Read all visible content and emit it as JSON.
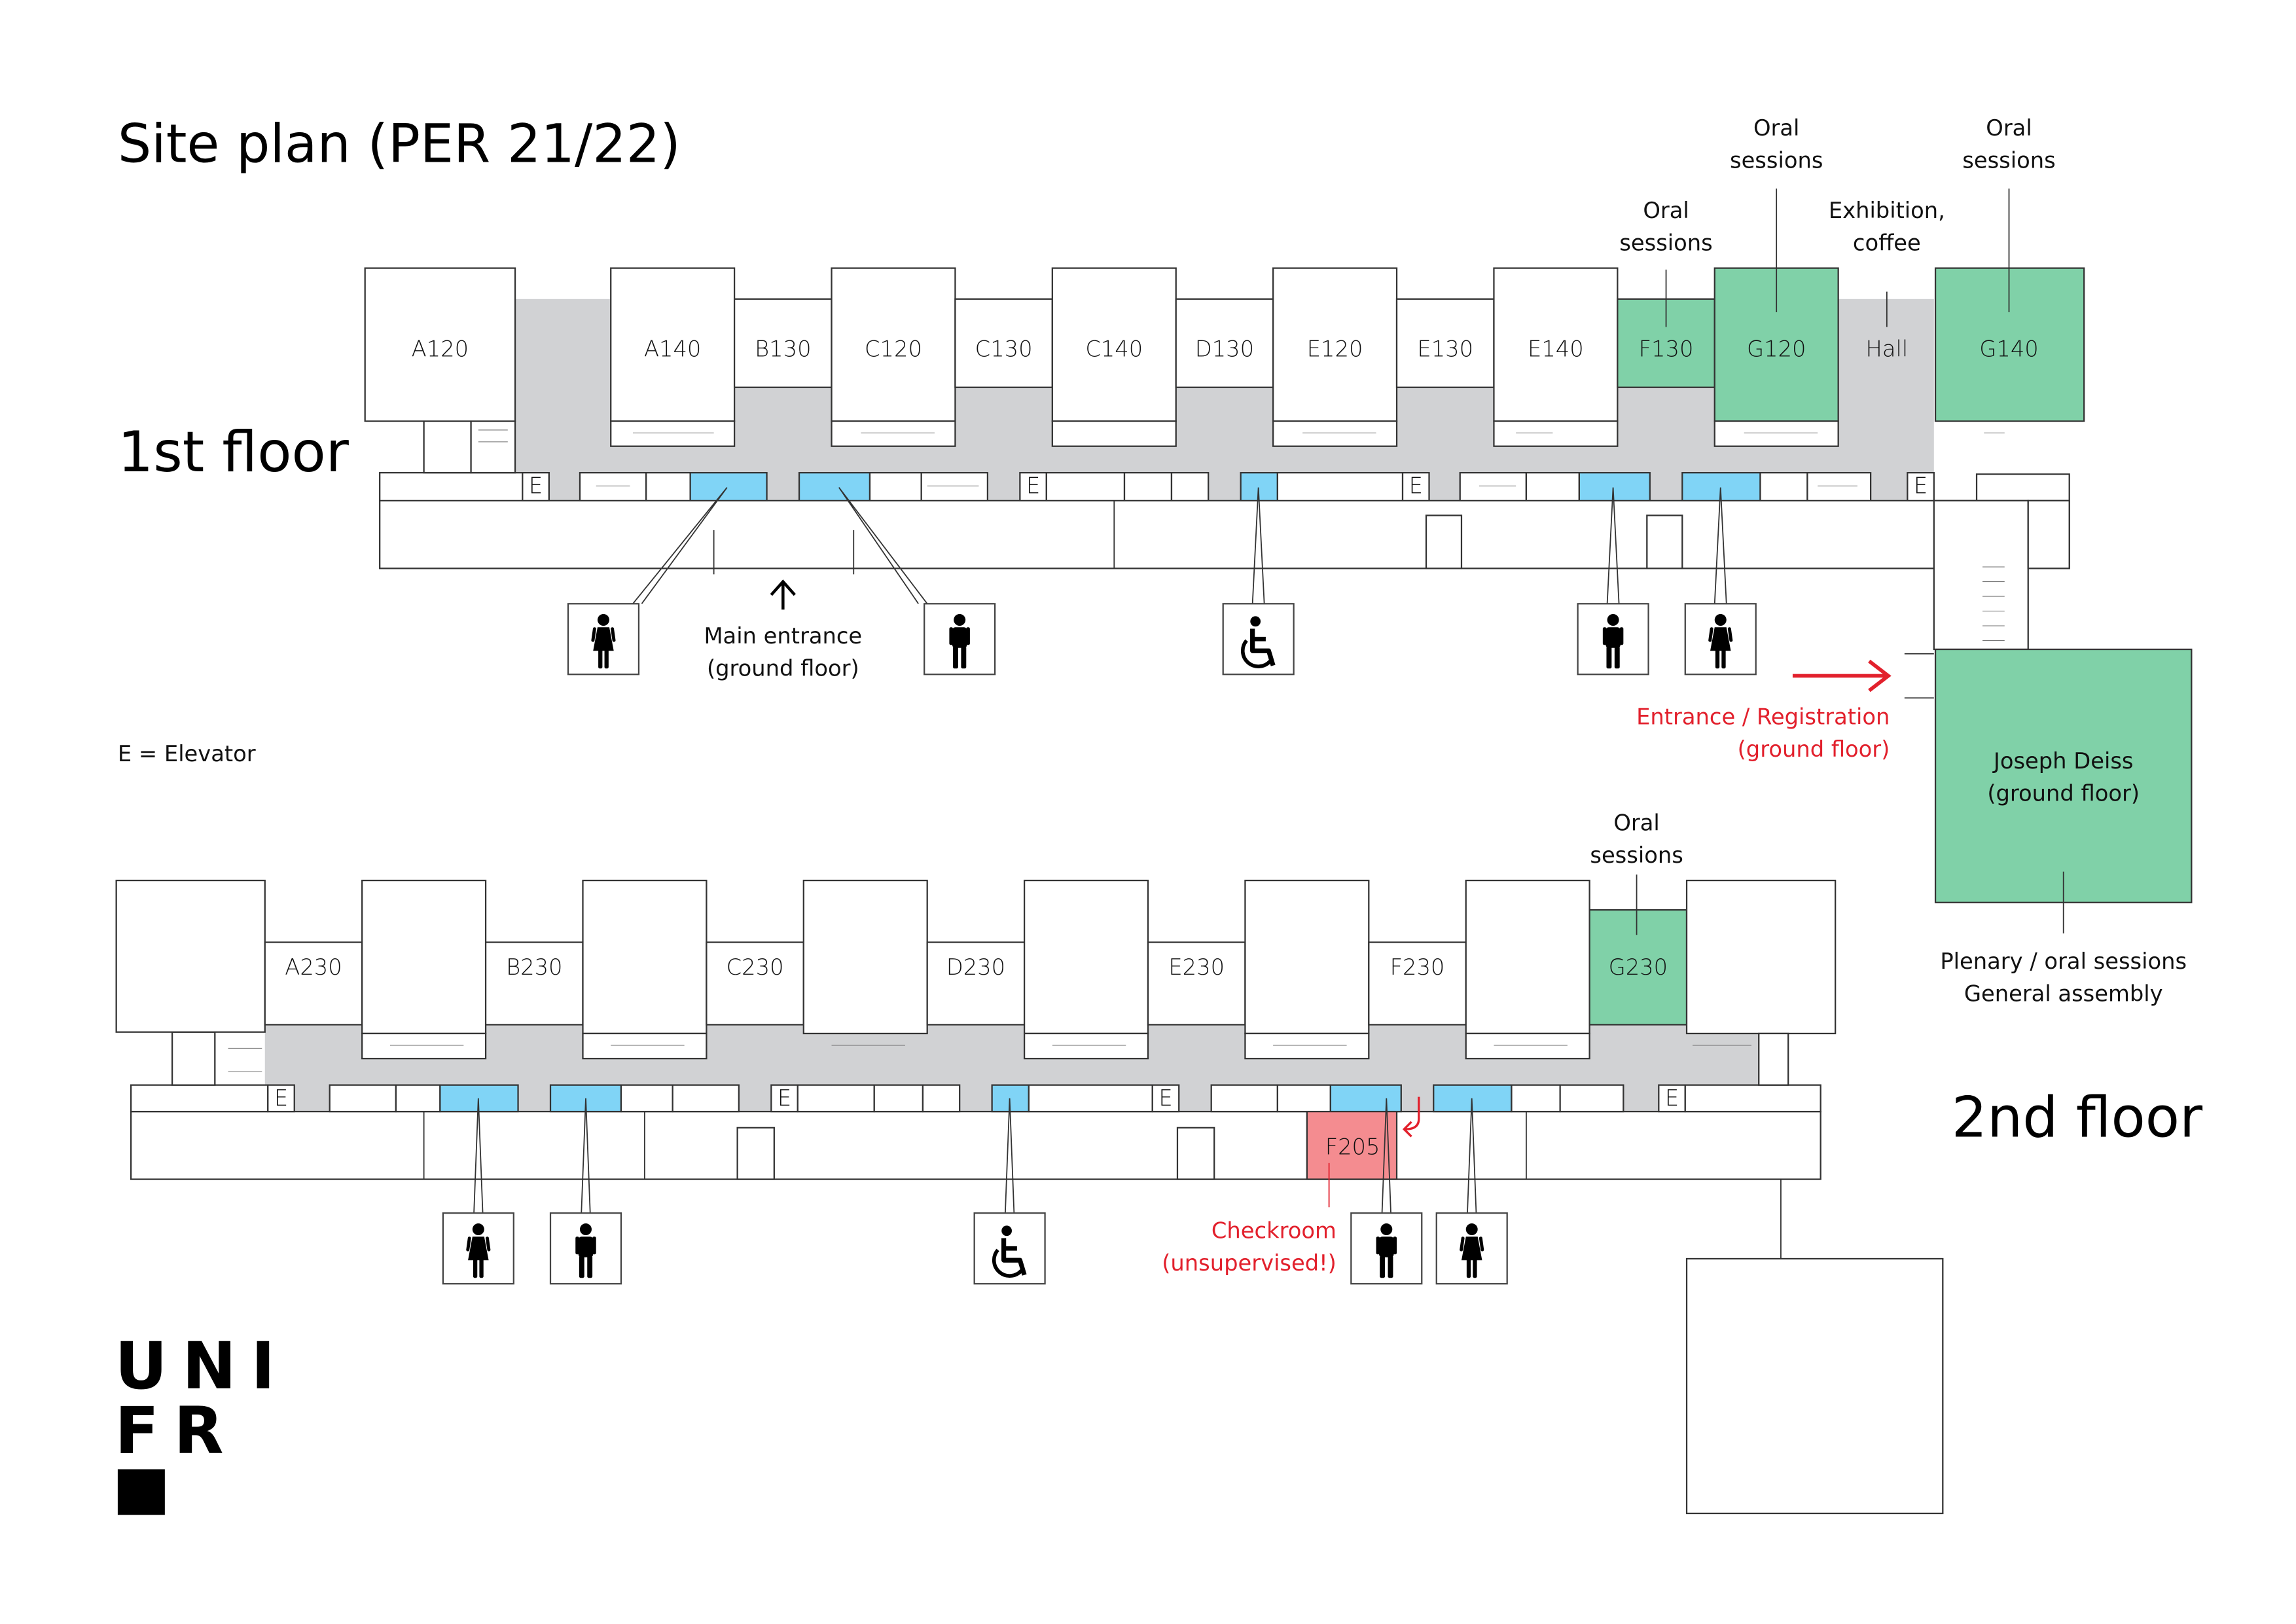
{
  "title": "Site plan (PER 21/22)",
  "legend": {
    "elevator": "E = Elevator"
  },
  "colors": {
    "session_room": "#80d1a8",
    "restroom": "#80d4f6",
    "checkroom": "#f48c90",
    "corridor": "#d1d2d4",
    "highlight_text": "#e2202c"
  },
  "floor1": {
    "label": "1st floor",
    "rooms": [
      "A120",
      "A140",
      "B130",
      "C120",
      "C130",
      "C140",
      "D130",
      "E120",
      "E130",
      "E140",
      "F130",
      "G120",
      "Hall",
      "G140"
    ],
    "elevator": "E",
    "annotations": {
      "f130": "Oral sessions",
      "g120": "Oral sessions",
      "hall": "Exhibition, coffee",
      "g140": "Oral sessions"
    },
    "main_entrance": {
      "line1": "Main entrance",
      "line2": "(ground floor)"
    },
    "restroom_icons": [
      "women-icon",
      "men-icon",
      "wheelchair-icon",
      "men-icon",
      "women-icon"
    ]
  },
  "ground": {
    "entrance": {
      "line1": "Entrance / Registration",
      "line2": "(ground floor)"
    },
    "joseph_deiss": {
      "line1": "Joseph Deiss",
      "line2": "(ground floor)"
    },
    "plenary": {
      "line1": "Plenary / oral sessions",
      "line2": "General assembly"
    }
  },
  "floor2": {
    "label": "2nd floor",
    "rooms": [
      "A230",
      "B230",
      "C230",
      "D230",
      "E230",
      "F230",
      "G230",
      "F205"
    ],
    "elevator": "E",
    "annotations": {
      "g230": "Oral sessions"
    },
    "checkroom": {
      "line1": "Checkroom",
      "line2": "(unsupervised!)"
    },
    "restroom_icons": [
      "women-icon",
      "men-icon",
      "wheelchair-icon",
      "men-icon",
      "women-icon"
    ]
  },
  "logo": {
    "line1": "UNI",
    "line2": "FR"
  }
}
